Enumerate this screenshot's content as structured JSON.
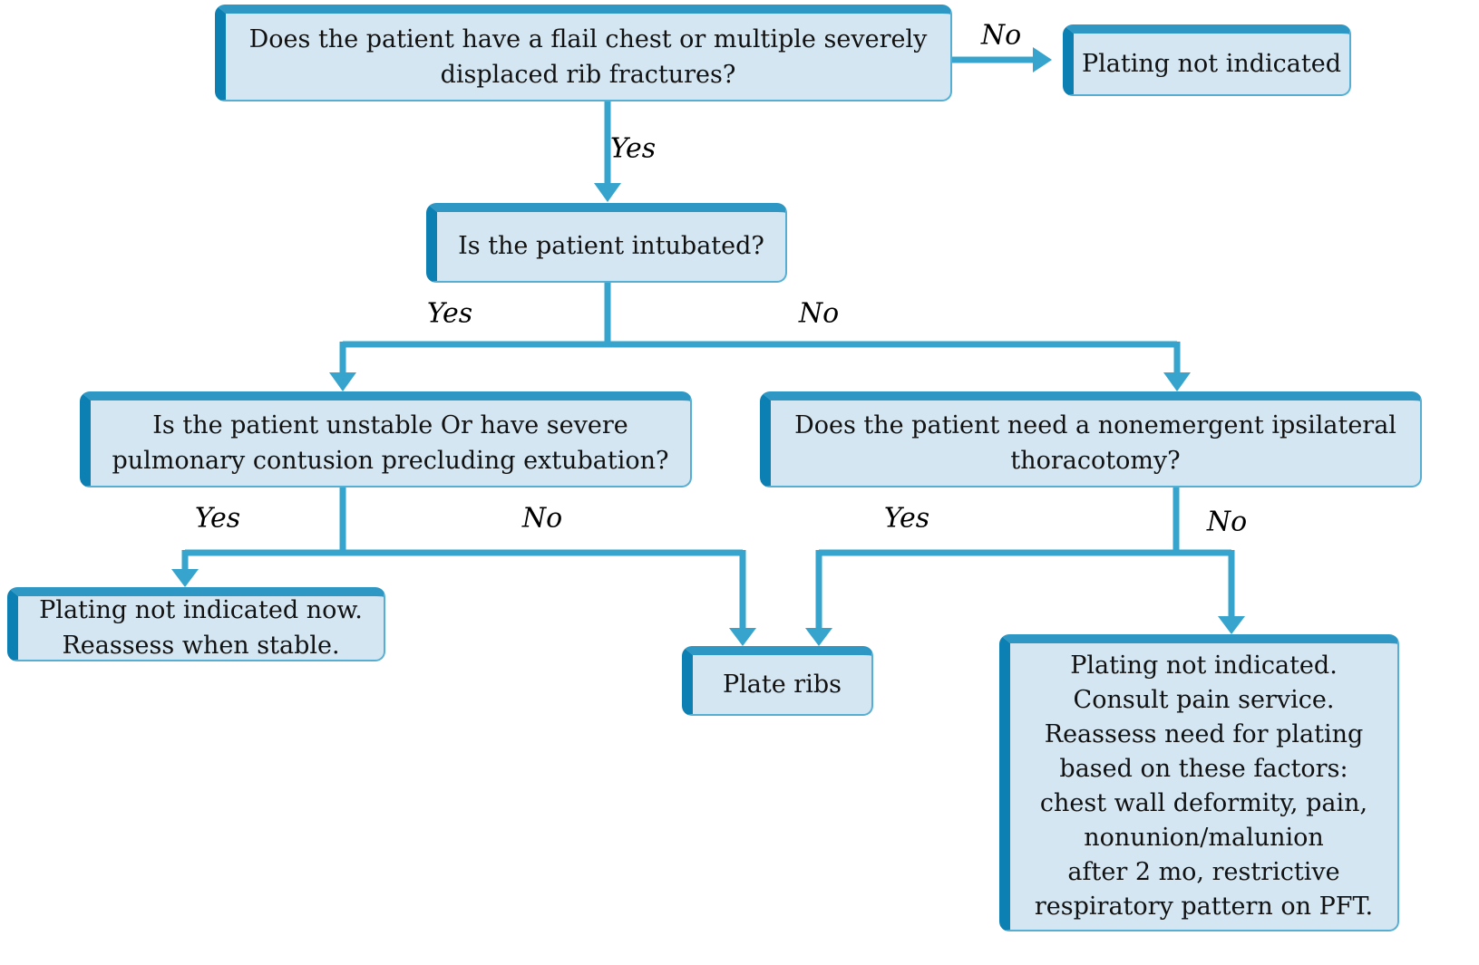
{
  "colors": {
    "box_fill": "#d4e6f2",
    "box_top": "#2f97c4",
    "box_side": "#0d80b3",
    "box_border": "#56afd3",
    "connector": "#36a4cd",
    "text": "#111111"
  },
  "nodes": {
    "q1": {
      "type": "decision",
      "lines": [
        "Does the patient have a flail chest or multiple severely",
        "displaced rib fractures?"
      ]
    },
    "a1": {
      "type": "outcome",
      "lines": [
        "Plating not indicated"
      ]
    },
    "q2": {
      "type": "decision",
      "lines": [
        "Is the patient intubated?"
      ]
    },
    "q3": {
      "type": "decision",
      "lines": [
        "Is the patient unstable Or have severe",
        "pulmonary contusion precluding extubation?"
      ]
    },
    "q4": {
      "type": "decision",
      "lines": [
        "Does the patient need a nonemergent ipsilateral",
        "thoracotomy?"
      ]
    },
    "a2": {
      "type": "outcome",
      "lines": [
        "Plating not indicated now.",
        "Reassess when stable."
      ]
    },
    "a3": {
      "type": "outcome",
      "lines": [
        "Plate ribs"
      ]
    },
    "a4": {
      "type": "outcome",
      "lines": [
        "Plating not indicated.",
        "Consult pain service.",
        "Reassess need for plating",
        "based on these factors:",
        "chest wall deformity, pain,",
        "nonunion/malunion",
        "after 2 mo, restrictive",
        "respiratory pattern on PFT."
      ]
    }
  },
  "labels": {
    "q1_no": "No",
    "q1_yes": "Yes",
    "q2_yes": "Yes",
    "q2_no": "No",
    "q3_yes": "Yes",
    "q3_no": "No",
    "q4_yes": "Yes",
    "q4_no": "No"
  },
  "edges": [
    {
      "from": "q1",
      "to": "a1",
      "label": "No"
    },
    {
      "from": "q1",
      "to": "q2",
      "label": "Yes"
    },
    {
      "from": "q2",
      "to": "q3",
      "label": "Yes"
    },
    {
      "from": "q2",
      "to": "q4",
      "label": "No"
    },
    {
      "from": "q3",
      "to": "a2",
      "label": "Yes"
    },
    {
      "from": "q3",
      "to": "a3",
      "label": "No"
    },
    {
      "from": "q4",
      "to": "a3",
      "label": "Yes"
    },
    {
      "from": "q4",
      "to": "a4",
      "label": "No"
    }
  ]
}
